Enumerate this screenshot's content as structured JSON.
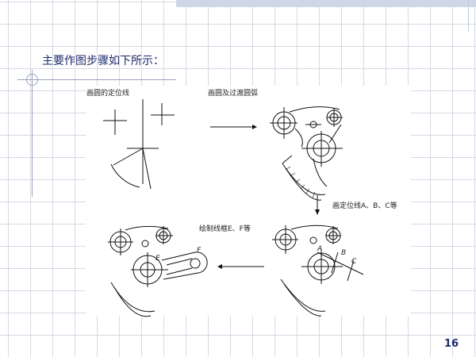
{
  "slide": {
    "title": "主要作图步骤如下所示：",
    "page_number": "16"
  },
  "steps": [
    {
      "label": "画圆的定位线"
    },
    {
      "label": "画圆及过渡圆弧"
    },
    {
      "label": "画定位线A、B、C等"
    },
    {
      "label": "绘制线框E、F等"
    }
  ],
  "letters": {
    "a": "A",
    "b": "B",
    "c": "C",
    "e": "E",
    "f": "F"
  }
}
